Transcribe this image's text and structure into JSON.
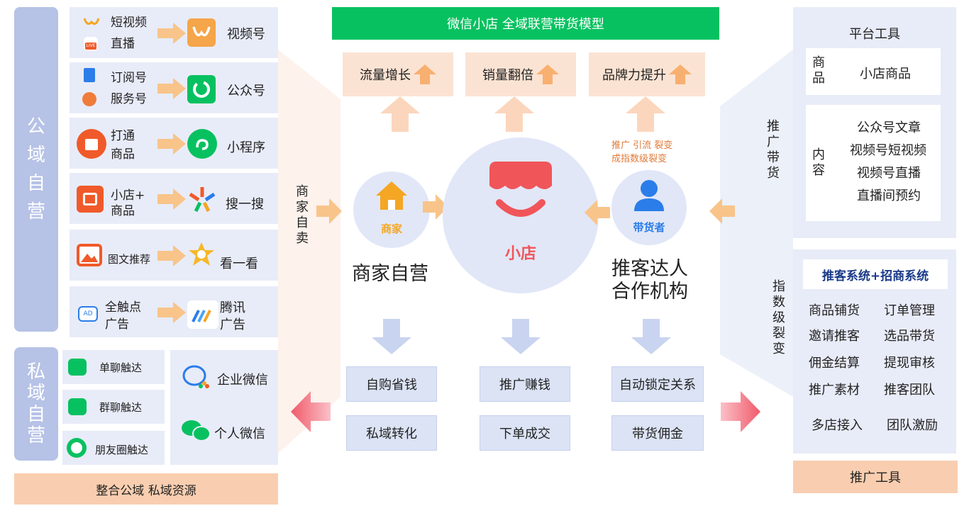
{
  "header": {
    "title": "微信小店 全域联营带货模型"
  },
  "left": {
    "public_label": [
      "公",
      "域",
      "自",
      "营"
    ],
    "private_label": [
      "私",
      "域",
      "自",
      "营"
    ],
    "rows": [
      {
        "src1": "短视频",
        "src2": "直播",
        "target": "视频号"
      },
      {
        "src1": "订阅号",
        "src2": "服务号",
        "target": "公众号"
      },
      {
        "src1": "打通",
        "src2": "商品",
        "target": "小程序"
      },
      {
        "src1": "小店+",
        "src2": "商品",
        "target": "搜一搜"
      },
      {
        "src1": "图文推荐",
        "src2": "",
        "target": "看一看"
      },
      {
        "src1": "全触点",
        "src2": "广告",
        "target_line1": "腾讯",
        "target_line2": "广告"
      }
    ],
    "private_items": [
      "单聊触达",
      "群聊触达",
      "朋友圈触达"
    ],
    "wechat_items": [
      "企业微信",
      "个人微信"
    ],
    "footer": "整合公域 私域资源",
    "live_badge": "LIVE"
  },
  "center": {
    "goals": [
      "流量增长",
      "销量翻倍",
      "品牌力提升"
    ],
    "side_vertical": [
      "商",
      "家",
      "自",
      "卖"
    ],
    "merchant_icon_label": "商家",
    "merchant_title": "商家自营",
    "store_label": "小店",
    "promoter_icon_label": "带货者",
    "promoter_title_1": "推客达人",
    "promoter_title_2": "合作机构",
    "promo_note_1": "推广 引流 裂变",
    "promo_note_2": "成指数级裂变",
    "col1": [
      "自购省钱",
      "私域转化"
    ],
    "col2": [
      "推广赚钱",
      "下单成交"
    ],
    "col3": [
      "自动锁定关系",
      "带货佣金"
    ]
  },
  "right": {
    "platform_title": "平台工具",
    "product_label": [
      "商",
      "品"
    ],
    "product_value": "小店商品",
    "content_label": [
      "内",
      "容"
    ],
    "content_values": [
      "公众号文章",
      "视频号短视频",
      "视频号直播",
      "直播间预约"
    ],
    "promo_vertical": [
      "推",
      "广",
      "带",
      "货"
    ],
    "system_title": "推客系统+招商系统",
    "system_vertical": [
      "指",
      "数",
      "级",
      "裂",
      "变"
    ],
    "system_items": [
      [
        "商品铺货",
        "订单管理"
      ],
      [
        "邀请推客",
        "选品带货"
      ],
      [
        "佣金结算",
        "提现审核"
      ],
      [
        "推广素材",
        "推客团队"
      ],
      [
        "多店接入",
        "团队激励"
      ]
    ],
    "footer": "推广工具"
  },
  "colors": {
    "green": "#07c160",
    "orange": "#f5a54a",
    "blue_panel": "#e8ecf8",
    "accent_red": "#f05a5a",
    "brand_blue": "#2b7de9"
  }
}
